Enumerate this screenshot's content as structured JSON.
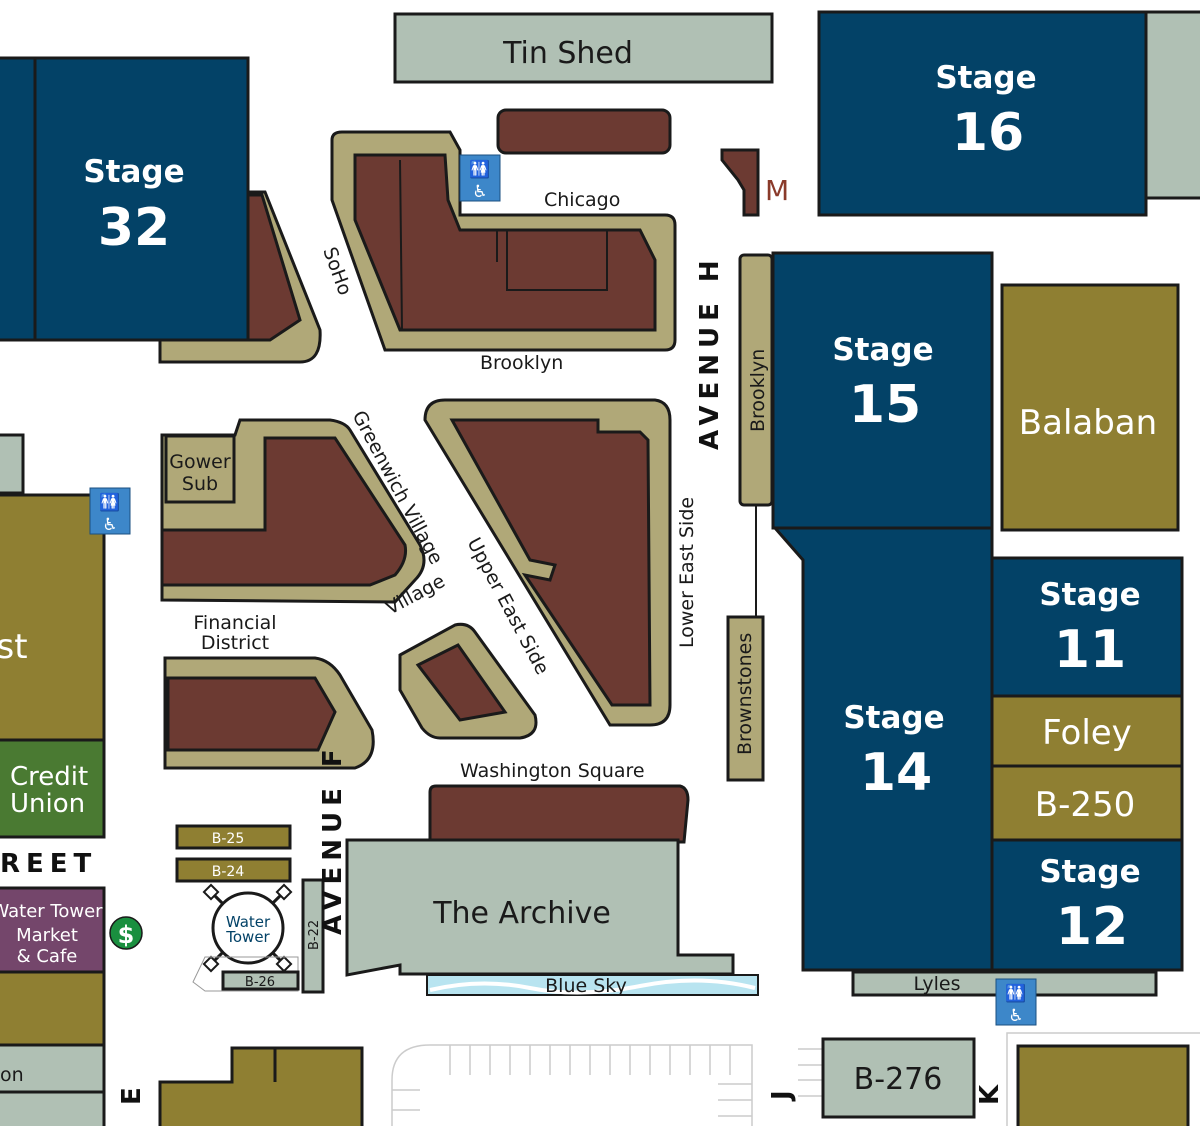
{
  "colors": {
    "stage": "#034267",
    "olive": "#8f7f32",
    "brown": "#6c3a32",
    "tan": "#b0a878",
    "sage": "#b0c0b4",
    "credit_union": "#4a7a32",
    "market": "#74466b",
    "restroom": "#3d87c9",
    "atm": "#1a8f3f"
  },
  "stages": {
    "s32": {
      "word": "Stage",
      "num": "32"
    },
    "s16": {
      "word": "Stage",
      "num": "16"
    },
    "s15": {
      "word": "Stage",
      "num": "15"
    },
    "s14": {
      "word": "Stage",
      "num": "14"
    },
    "s11": {
      "word": "Stage",
      "num": "11"
    },
    "s12": {
      "word": "Stage",
      "num": "12"
    }
  },
  "buildings": {
    "tin_shed": "Tin Shed",
    "balaban": "Balaban",
    "foley": "Foley",
    "b250": "B-250",
    "archive": "The Archive",
    "blue_sky": "Blue Sky",
    "lyles": "Lyles",
    "b276": "B-276",
    "gower1": "Gower",
    "gower2": "Sub",
    "credit1": "Credit",
    "credit2": "Union",
    "market1": "Water Tower",
    "market2": "Market",
    "market3": "& Cafe",
    "water1": "Water",
    "water2": "Tower",
    "b25": "B-25",
    "b24": "B-24",
    "b26": "B-26",
    "b22": "B-22",
    "west_partial": "st",
    "on_partial": "on",
    "m_marker": "M"
  },
  "streets": {
    "chicago": "Chicago",
    "soho": "SoHo",
    "brooklyn": "Brooklyn",
    "brooklyn_v": "Brooklyn",
    "greenwich": "Greenwich Village",
    "village": "Village",
    "financial1": "Financial",
    "financial2": "District",
    "upper_east": "Upper East Side",
    "lower_east": "Lower East Side",
    "washington": "Washington Square",
    "brownstones": "Brownstones",
    "avenue_h": "AVENUE H",
    "avenue_f": "AVENUE F",
    "street": "REET",
    "e": "E",
    "j": "J",
    "k": "K"
  },
  "icons": [
    "restroom-icon",
    "accessible-icon",
    "atm-dollar-icon"
  ]
}
